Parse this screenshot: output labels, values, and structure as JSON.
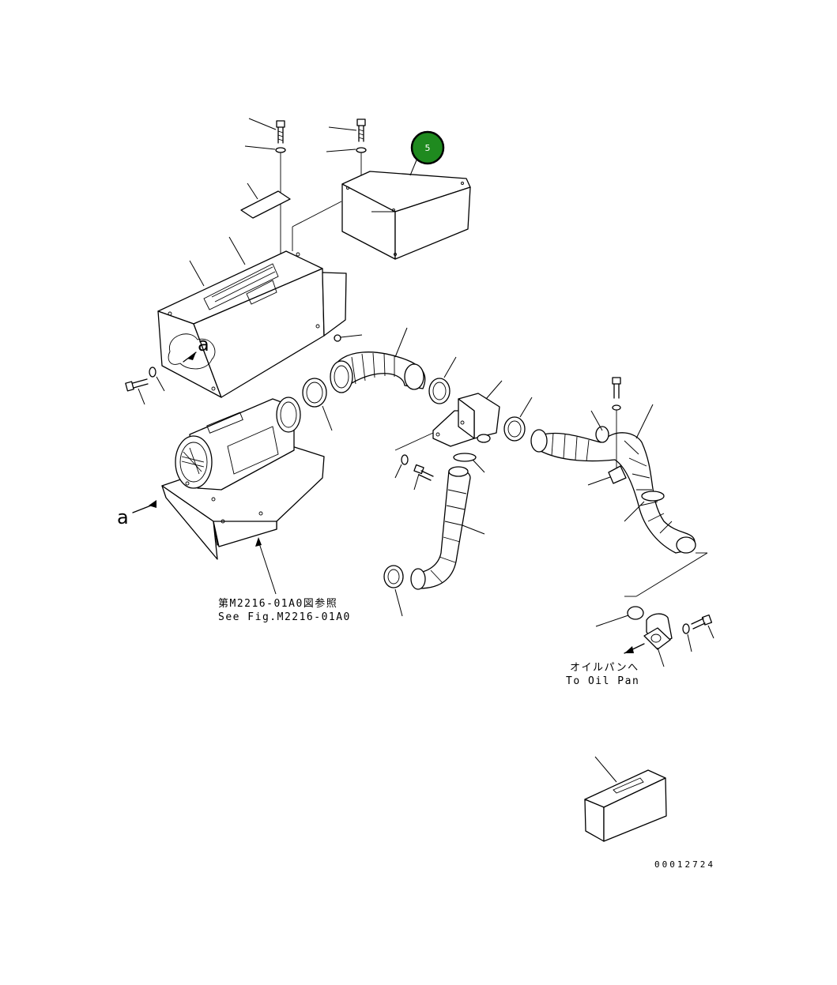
{
  "callout": {
    "number": "5",
    "fill": "#1f8a1f",
    "ring": "#000000"
  },
  "view_markers": {
    "a1": "a",
    "a2": "a"
  },
  "refs": {
    "see_fig_jp": "第M2216-01A0図参照",
    "see_fig_en": "See Fig.M2216-01A0",
    "oil_pan_jp": "オイルパンへ",
    "oil_pan_en": "To Oil Pan"
  },
  "drawing_id": "00012724"
}
